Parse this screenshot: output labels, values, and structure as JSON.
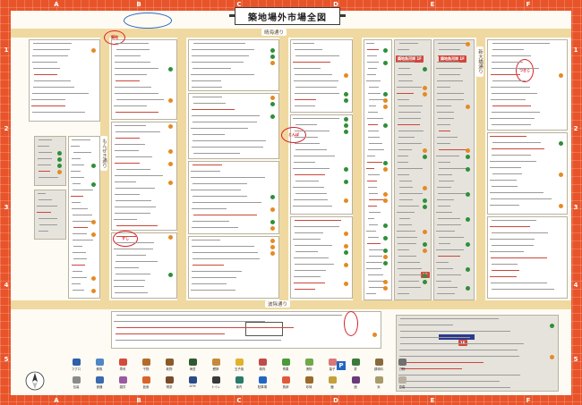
{
  "map": {
    "title": "築地場外市場全図",
    "col_labels": [
      "A",
      "B",
      "C",
      "D",
      "E",
      "F"
    ],
    "row_labels": [
      "1",
      "2",
      "3",
      "4",
      "5"
    ],
    "roads": {
      "harumi_dori": "晴海通り",
      "shinohashi_dori": "波除通り",
      "mozuku_dori": "もんぜき通り",
      "top_right_road": "新大橋通り"
    },
    "markers": {
      "ring_top_left": "築地",
      "ring_center": "とんぼ",
      "ring_left_mid": "すし",
      "ring_right": "つきじ"
    },
    "buildings": {
      "building_1f_a": "築地魚河岸 1F",
      "building_1f_b": "築地魚河岸 1F",
      "building_1f_c": "1F",
      "building_1f_d": "1F",
      "station_label": "築地駅",
      "parking": "P"
    },
    "colors": {
      "frame": "#e8542a",
      "road": "#f0d9a0",
      "marker_red": "#d8232a",
      "marker_blue": "#2b6cc4",
      "bus": "#2a3b8f"
    },
    "legend": [
      {
        "label": "マグロ",
        "color": "#2e5fa8"
      },
      {
        "label": "鮮魚",
        "color": "#4f86c6"
      },
      {
        "label": "寿司",
        "color": "#d24b3b"
      },
      {
        "label": "干物",
        "color": "#b56b2a"
      },
      {
        "label": "乾物",
        "color": "#8a5a2a"
      },
      {
        "label": "海苔",
        "color": "#2f5a2f"
      },
      {
        "label": "鰹節",
        "color": "#c48a3a"
      },
      {
        "label": "玉子焼",
        "color": "#e2b12d"
      },
      {
        "label": "精肉",
        "color": "#c24a4a"
      },
      {
        "label": "青果",
        "color": "#4a9a3a"
      },
      {
        "label": "漬物",
        "color": "#6fa84a"
      },
      {
        "label": "菓子",
        "color": "#d8787a"
      },
      {
        "label": "茶",
        "color": "#3c7a3c"
      },
      {
        "label": "調味料",
        "color": "#8a6a3a"
      },
      {
        "label": "刃物",
        "color": "#707070"
      },
      {
        "label": "包装",
        "color": "#8a8a8a"
      },
      {
        "label": "食器",
        "color": "#3a6ab0"
      },
      {
        "label": "雑貨",
        "color": "#9a5aa0"
      },
      {
        "label": "飲食",
        "color": "#d8642a"
      },
      {
        "label": "喫茶",
        "color": "#7a4a2a"
      },
      {
        "label": "ATM",
        "color": "#2a4a8a"
      },
      {
        "label": "トイレ",
        "color": "#3a3a3a"
      },
      {
        "label": "案内",
        "color": "#2a7a6a"
      },
      {
        "label": "駐車場",
        "color": "#2266c4"
      },
      {
        "label": "魚卵",
        "color": "#e05a3a"
      },
      {
        "label": "珍味",
        "color": "#9a6a2a"
      },
      {
        "label": "麺",
        "color": "#c4a03a"
      },
      {
        "label": "酒",
        "color": "#6a3a7a"
      },
      {
        "label": "米",
        "color": "#a89a6a"
      },
      {
        "label": "豆腐",
        "color": "#b8b0a0"
      }
    ]
  }
}
